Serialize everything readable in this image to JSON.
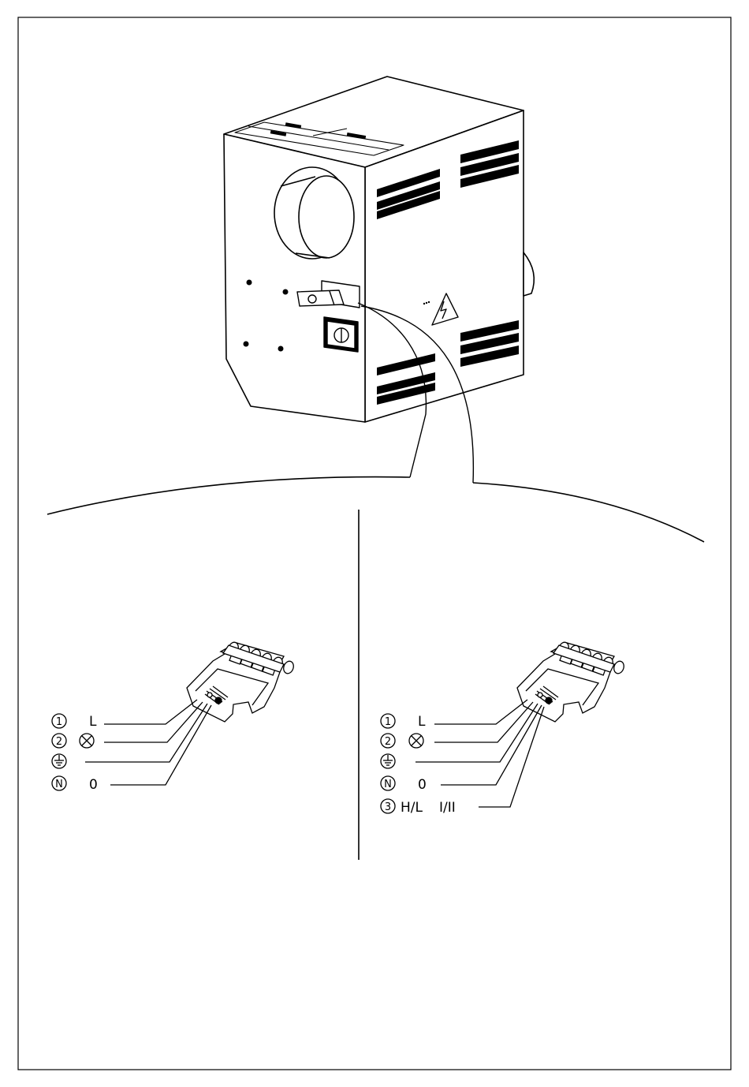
{
  "left_diagram": {
    "wires": [
      {
        "marker": "1",
        "label": "L"
      },
      {
        "marker": "2",
        "label": ""
      },
      {
        "marker": "earth",
        "label": ""
      },
      {
        "marker": "N",
        "label": "0"
      }
    ]
  },
  "right_diagram": {
    "wires": [
      {
        "marker": "1",
        "label": "L"
      },
      {
        "marker": "2",
        "label": ""
      },
      {
        "marker": "earth",
        "label": ""
      },
      {
        "marker": "N",
        "label": "0"
      },
      {
        "marker": "3",
        "label": "H/L",
        "label2": "I/II"
      }
    ]
  },
  "icons": [
    "lamp-icon",
    "earth-icon",
    "high-voltage-warning-icon"
  ]
}
